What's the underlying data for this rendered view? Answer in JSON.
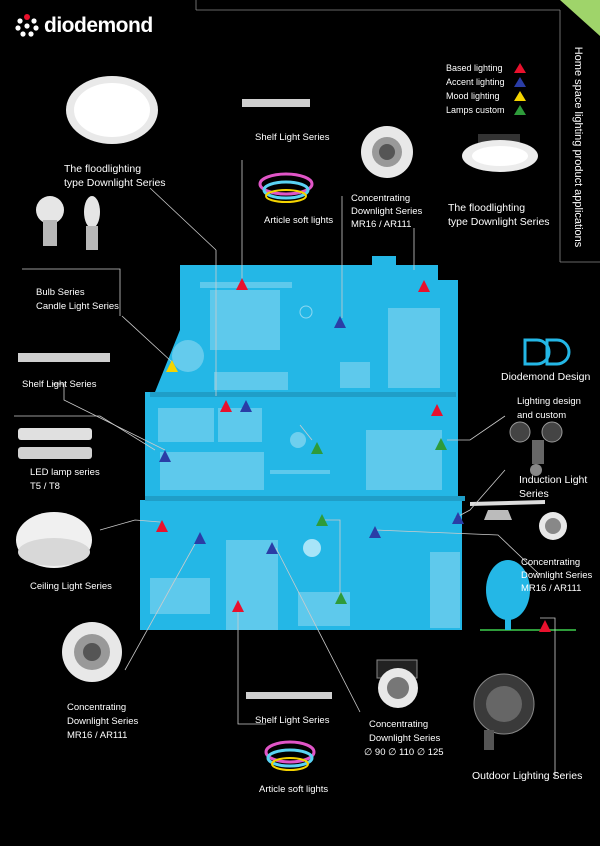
{
  "brand": {
    "name": "diodemond"
  },
  "side_title": "Home space lighting product applications",
  "legend": [
    {
      "label": "Based lighting",
      "color": "#e8112d"
    },
    {
      "label": "Accent lighting",
      "color": "#2a3da6"
    },
    {
      "label": "Mood lighting",
      "color": "#f5d400"
    },
    {
      "label": "Lamps custom",
      "color": "#2e9b3a"
    }
  ],
  "design": {
    "name": "Diodemond Design"
  },
  "labels": {
    "shelf_top": "Shelf Light Series",
    "flood_left_1": "The floodlighting",
    "flood_left_2": "type Downlight Series",
    "article_top": "Article soft lights",
    "conc_top_1": "Concentrating",
    "conc_top_2": "Downlight Series",
    "conc_top_3": "MR16 / AR111",
    "flood_right_1": "The floodlighting",
    "flood_right_2": "type Downlight Series",
    "bulb_1": "Bulb Series",
    "bulb_2": "Candle Light Series",
    "shelf_left": "Shelf Light Series",
    "led_1": "LED lamp series",
    "led_2": "T5 / T8",
    "lighting_design_1": "Lighting design",
    "lighting_design_2": "and custom",
    "induction_1": "Induction Light",
    "induction_2": "Series",
    "ceiling": "Ceiling Light Series",
    "conc_right_1": "Concentrating",
    "conc_right_2": "Downlight Series",
    "conc_right_3": "MR16 / AR111",
    "conc_left_1": "Concentrating",
    "conc_left_2": "Downlight Series",
    "conc_left_3": "MR16 / AR111",
    "shelf_bottom": "Shelf Light Series",
    "conc_bottom_1": "Concentrating",
    "conc_bottom_2": "Downlight Series",
    "conc_bottom_3": "∅ 90  ∅ 110  ∅ 125",
    "article_bottom": "Article soft lights",
    "outdoor": "Outdoor Lighting Series"
  }
}
